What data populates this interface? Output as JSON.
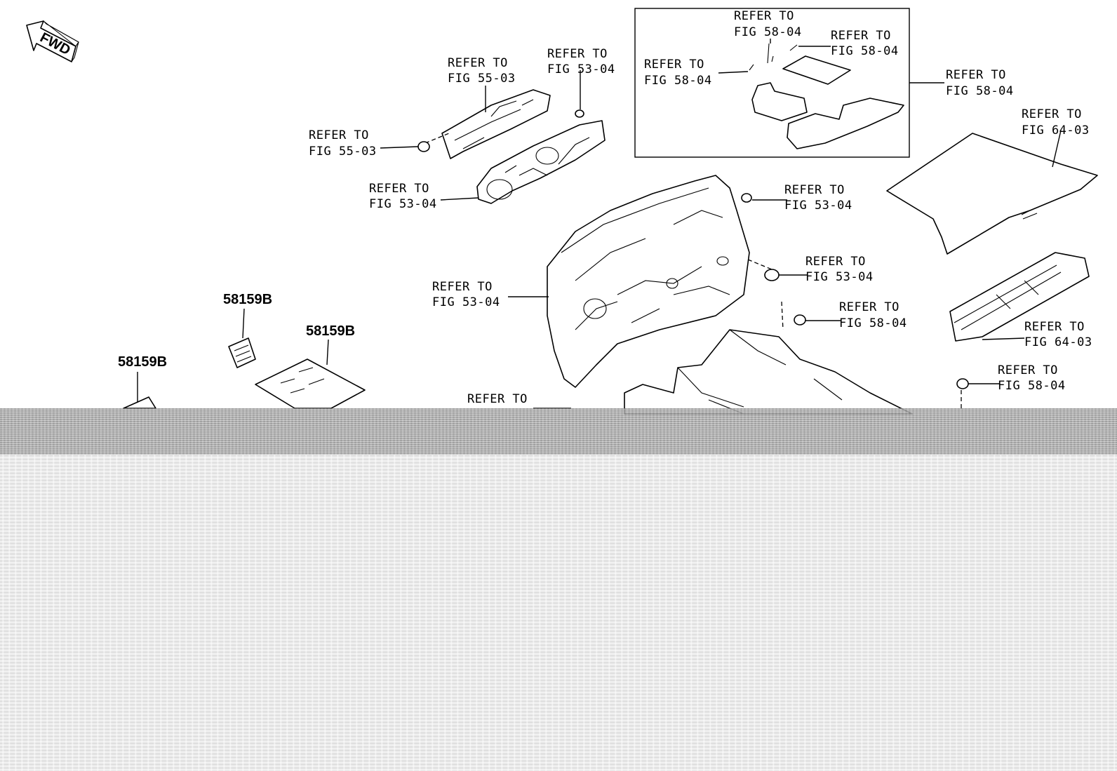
{
  "fwd_label": "FWD",
  "refer_labels": [
    {
      "id": "r1",
      "line1": "REFER TO",
      "line2": "FIG 58-04"
    },
    {
      "id": "r2",
      "line1": "REFER TO",
      "line2": "FIG 58-04"
    },
    {
      "id": "r3",
      "line1": "REFER TO",
      "line2": "FIG 58-04"
    },
    {
      "id": "r4",
      "line1": "REFER TO",
      "line2": "FIG 58-04"
    },
    {
      "id": "r5",
      "line1": "REFER TO",
      "line2": "FIG 55-03"
    },
    {
      "id": "r6",
      "line1": "REFER TO",
      "line2": "FIG 53-04"
    },
    {
      "id": "r7",
      "line1": "REFER TO",
      "line2": "FIG 55-03"
    },
    {
      "id": "r8",
      "line1": "REFER TO",
      "line2": "FIG 53-04"
    },
    {
      "id": "r9",
      "line1": "REFER TO",
      "line2": "FIG 64-03"
    },
    {
      "id": "r10",
      "line1": "REFER TO",
      "line2": "FIG 53-04"
    },
    {
      "id": "r11",
      "line1": "REFER TO",
      "line2": "FIG 53-04"
    },
    {
      "id": "r12",
      "line1": "REFER TO",
      "line2": "FIG 53-04"
    },
    {
      "id": "r13",
      "line1": "REFER TO",
      "line2": "FIG 58-04"
    },
    {
      "id": "r14",
      "line1": "REFER TO",
      "line2": "FIG 64-03"
    },
    {
      "id": "r15",
      "line1": "REFER TO",
      "line2": "FIG 58-04"
    },
    {
      "id": "r16",
      "line1": "REFER TO",
      "line2": ""
    }
  ],
  "part_numbers": [
    {
      "id": "p1",
      "text": "58159B"
    },
    {
      "id": "p2",
      "text": "58159B"
    },
    {
      "id": "p3",
      "text": "58159B"
    }
  ]
}
